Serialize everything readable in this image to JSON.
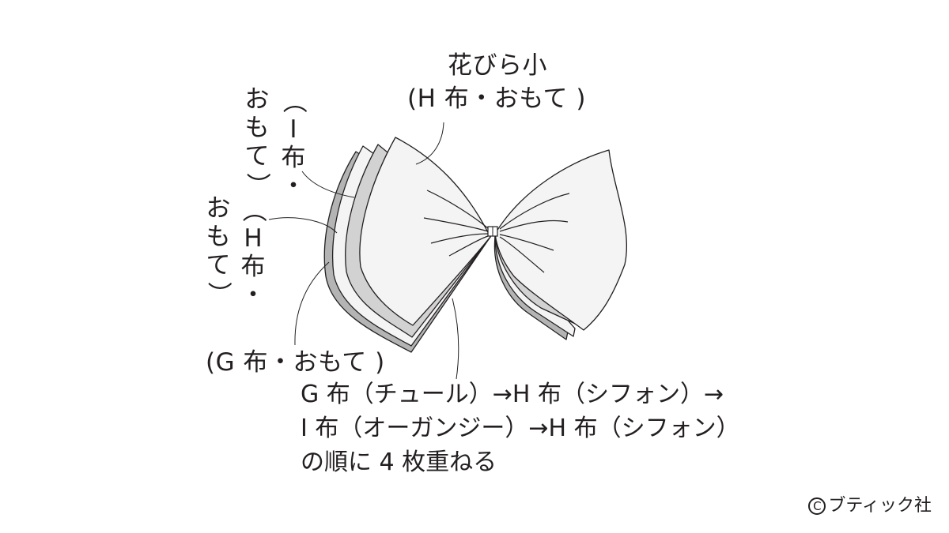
{
  "diagram": {
    "subject": "ribbon-bow-petal-stack",
    "colors": {
      "petal_fill": "#f4f4f4",
      "tulle_band": "#b4b4b4",
      "chiffon_band": "#f4f4f4",
      "organdy_band": "#d2d2d2",
      "outline": "#231f20",
      "text": "#231f20"
    }
  },
  "labels": {
    "small_petal": {
      "line1": "花びら小",
      "line2": "(H 布・おもて )"
    },
    "i_fabric": {
      "col_right": [
        "（",
        "I",
        "布",
        "・"
      ],
      "col_left": [
        "お",
        "も",
        "て",
        "）"
      ]
    },
    "h_fabric": {
      "col_right": [
        "（",
        "H",
        "布",
        "・"
      ],
      "col_left": [
        "お",
        "も",
        "て",
        "）"
      ]
    },
    "g_fabric": {
      "text": "(G 布・おもて )"
    }
  },
  "instruction": {
    "line1": "G 布（チュール）→H 布（シフォン）→",
    "line2": "I 布（オーガンジー）→H 布（シフォン）",
    "line3": "の順に 4 枚重ねる"
  },
  "credit": {
    "icon": "copyright-icon",
    "icon_glyph": "C",
    "text": "ブティック社"
  }
}
